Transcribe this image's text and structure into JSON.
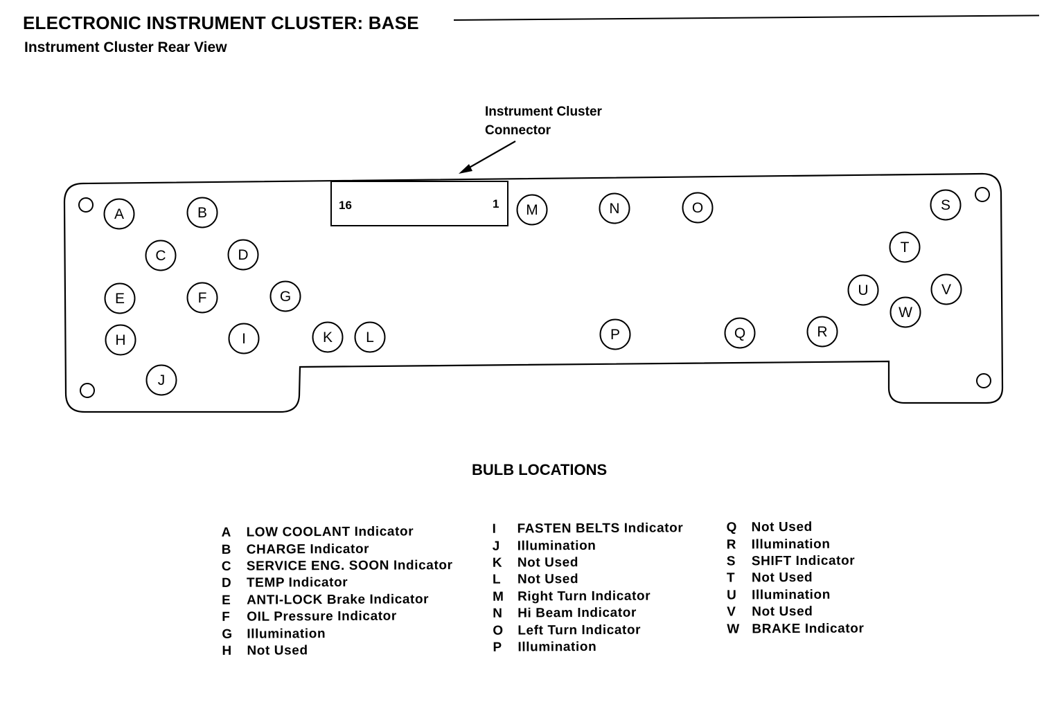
{
  "header": {
    "title": "ELECTRONIC INSTRUMENT CLUSTER: BASE",
    "subtitle": "Instrument Cluster Rear View"
  },
  "diagram": {
    "connector_callout": [
      "Instrument Cluster",
      "Connector"
    ],
    "connector_pin_left": "16",
    "connector_pin_right": "1",
    "bulbs": [
      "A",
      "B",
      "C",
      "D",
      "E",
      "F",
      "G",
      "H",
      "I",
      "J",
      "K",
      "L",
      "M",
      "N",
      "O",
      "P",
      "Q",
      "R",
      "S",
      "T",
      "U",
      "V",
      "W"
    ]
  },
  "legend": {
    "title": "BULB LOCATIONS",
    "columns": [
      [
        {
          "letter": "A",
          "label": "LOW COOLANT Indicator"
        },
        {
          "letter": "B",
          "label": "CHARGE Indicator"
        },
        {
          "letter": "C",
          "label": "SERVICE ENG. SOON Indicator"
        },
        {
          "letter": "D",
          "label": "TEMP Indicator"
        },
        {
          "letter": "E",
          "label": "ANTI-LOCK Brake Indicator"
        },
        {
          "letter": "F",
          "label": "OIL Pressure Indicator"
        },
        {
          "letter": "G",
          "label": "Illumination"
        },
        {
          "letter": "H",
          "label": "Not Used"
        }
      ],
      [
        {
          "letter": "I",
          "label": "FASTEN BELTS Indicator"
        },
        {
          "letter": "J",
          "label": "Illumination"
        },
        {
          "letter": "K",
          "label": "Not Used"
        },
        {
          "letter": "L",
          "label": "Not Used"
        },
        {
          "letter": "M",
          "label": "Right Turn Indicator"
        },
        {
          "letter": "N",
          "label": "Hi Beam Indicator"
        },
        {
          "letter": "O",
          "label": "Left Turn Indicator"
        },
        {
          "letter": "P",
          "label": "Illumination"
        }
      ],
      [
        {
          "letter": "Q",
          "label": "Not Used"
        },
        {
          "letter": "R",
          "label": "Illumination"
        },
        {
          "letter": "S",
          "label": "SHIFT Indicator"
        },
        {
          "letter": "T",
          "label": "Not Used"
        },
        {
          "letter": "U",
          "label": "Illumination"
        },
        {
          "letter": "V",
          "label": "Not Used"
        },
        {
          "letter": "W",
          "label": "BRAKE Indicator"
        }
      ]
    ]
  }
}
